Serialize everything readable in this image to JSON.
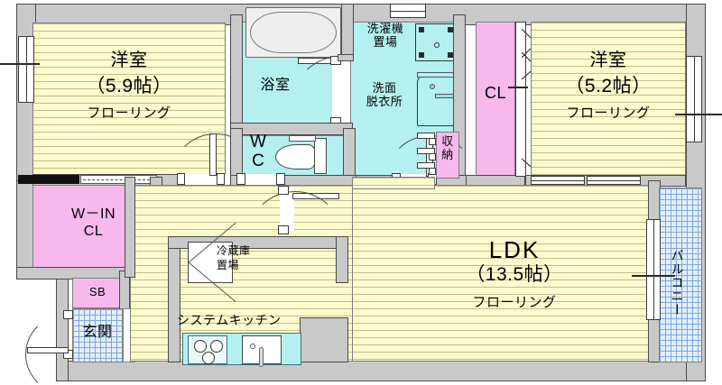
{
  "plan": {
    "type": "japanese-apartment-floor-plan",
    "unit_of_area": "帖",
    "colors": {
      "flooring": "#fbfbcd",
      "wet_area": "#b4f0f0",
      "closet": "#f7b8ee",
      "tile_entry": "#e4eefc",
      "wall": "#c9c9c9",
      "outline": "#4a4a4a"
    },
    "rooms": [
      {
        "id": "bedroom-west",
        "name": "洋室",
        "area": "（5.9帖）",
        "material": "フローリング"
      },
      {
        "id": "bedroom-east",
        "name": "洋室",
        "area": "（5.2帖）",
        "material": "フローリング"
      },
      {
        "id": "ldk",
        "name": "LDK",
        "area": "（13.5帖）",
        "material": "フローリング"
      }
    ],
    "labels": {
      "walk_in_closet": "W－IN\nCL",
      "shoe_box": "SB",
      "entrance": "玄関",
      "bathroom": "浴室",
      "washer_space": "洗濯機\n置場",
      "washroom": "洗面\n脱衣所",
      "toilet": "W\nC",
      "storage": "収\n納",
      "closet_east": "CL",
      "balcony": "バルコニー",
      "fridge_space": "冷蔵庫\n置場",
      "system_kitchen": "システムキッチン"
    },
    "fixtures": [
      {
        "name": "bathtub",
        "room": "bathroom"
      },
      {
        "name": "washing-machine-pan",
        "room": "washer_space"
      },
      {
        "name": "vanity-sink",
        "room": "washroom"
      },
      {
        "name": "toilet",
        "room": "toilet"
      },
      {
        "name": "three-burner-stove",
        "room": "system_kitchen"
      },
      {
        "name": "kitchen-sink",
        "room": "system_kitchen"
      },
      {
        "name": "refrigerator-space",
        "room": "fridge_space"
      }
    ],
    "openings": [
      {
        "name": "entrance-door",
        "kind": "single-swing"
      },
      {
        "name": "bedroom-west-door",
        "kind": "single-swing"
      },
      {
        "name": "toilet-door",
        "kind": "single-swing"
      },
      {
        "name": "ldk-hall-door",
        "kind": "single-swing"
      },
      {
        "name": "bathroom-door",
        "kind": "single-swing"
      },
      {
        "name": "washroom-door",
        "kind": "single-swing"
      },
      {
        "name": "storage-door",
        "kind": "folding"
      },
      {
        "name": "closet-east-door",
        "kind": "folding"
      },
      {
        "name": "walk-in-closet-opening",
        "kind": "open"
      },
      {
        "name": "bedroom-west-window",
        "kind": "sliding-window"
      },
      {
        "name": "bedroom-east-window",
        "kind": "sliding-window"
      },
      {
        "name": "ldk-balcony-window",
        "kind": "sliding-window"
      },
      {
        "name": "washer-space-window",
        "kind": "small-window"
      }
    ]
  }
}
